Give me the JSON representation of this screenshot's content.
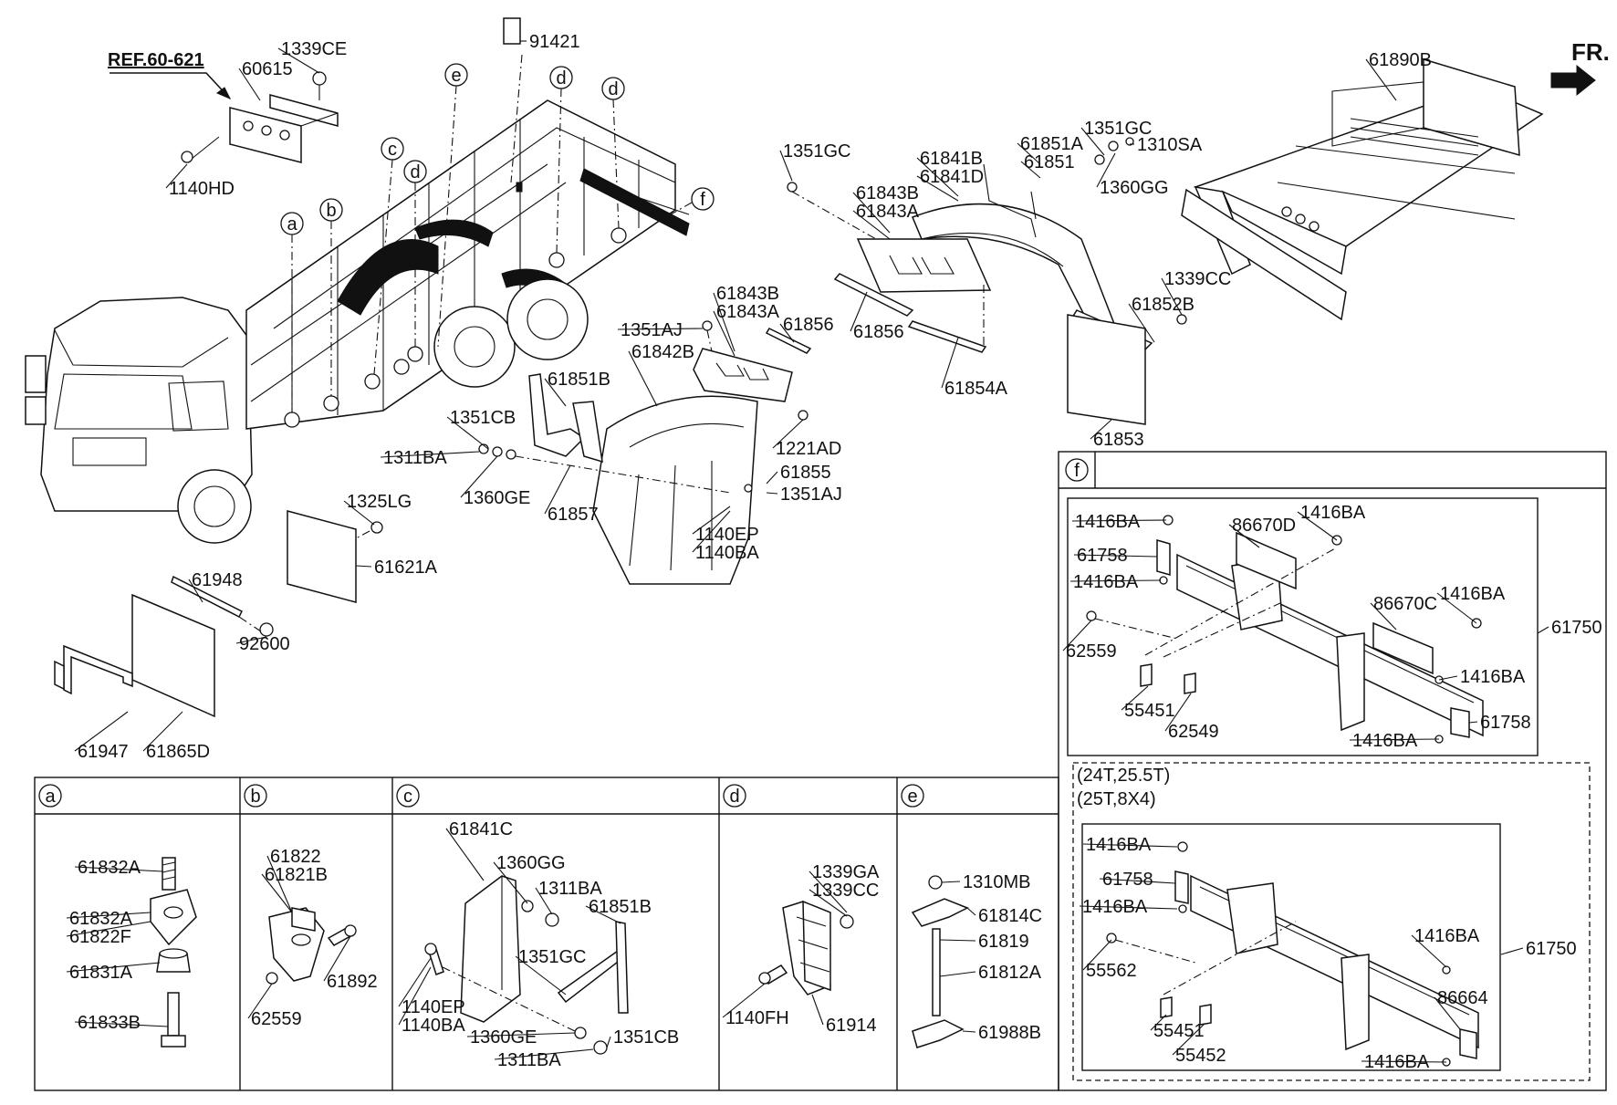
{
  "ref_label": "REF.60-621",
  "fr_label": "FR.",
  "callout_letters": [
    "a",
    "b",
    "c",
    "d",
    "e",
    "f"
  ],
  "main_labels": [
    {
      "id": "p1",
      "text": "1339CE"
    },
    {
      "id": "p2",
      "text": "60615"
    },
    {
      "id": "p3",
      "text": "1140HD"
    },
    {
      "id": "p4",
      "text": "91421"
    },
    {
      "id": "p5",
      "text": "61890B"
    },
    {
      "id": "p6",
      "text": "1351GC"
    },
    {
      "id": "p7",
      "text": "61841B"
    },
    {
      "id": "p8",
      "text": "61841D"
    },
    {
      "id": "p9",
      "text": "61851A"
    },
    {
      "id": "p10",
      "text": "61851"
    },
    {
      "id": "p11",
      "text": "1351GC"
    },
    {
      "id": "p12",
      "text": "1310SA"
    },
    {
      "id": "p13",
      "text": "1360GG"
    },
    {
      "id": "p14",
      "text": "61843B"
    },
    {
      "id": "p15",
      "text": "61843A"
    },
    {
      "id": "p16",
      "text": "1339CC"
    },
    {
      "id": "p17",
      "text": "61852B"
    },
    {
      "id": "p18",
      "text": "61856"
    },
    {
      "id": "p19",
      "text": "61854A"
    },
    {
      "id": "p20",
      "text": "61853"
    },
    {
      "id": "p21",
      "text": "61843B"
    },
    {
      "id": "p22",
      "text": "61843A"
    },
    {
      "id": "p23",
      "text": "61856"
    },
    {
      "id": "p24",
      "text": "1351AJ"
    },
    {
      "id": "p25",
      "text": "61842B"
    },
    {
      "id": "p26",
      "text": "61851B"
    },
    {
      "id": "p27",
      "text": "1351CB"
    },
    {
      "id": "p28",
      "text": "1311BA"
    },
    {
      "id": "p29",
      "text": "1360GE"
    },
    {
      "id": "p30",
      "text": "61857"
    },
    {
      "id": "p31",
      "text": "1221AD"
    },
    {
      "id": "p32",
      "text": "61855"
    },
    {
      "id": "p33",
      "text": "1351AJ"
    },
    {
      "id": "p34",
      "text": "1140EP"
    },
    {
      "id": "p35",
      "text": "1140BA"
    },
    {
      "id": "p36",
      "text": "1325LG"
    },
    {
      "id": "p37",
      "text": "61621A"
    },
    {
      "id": "p38",
      "text": "61948"
    },
    {
      "id": "p39",
      "text": "92600"
    },
    {
      "id": "p40",
      "text": "61947"
    },
    {
      "id": "p41",
      "text": "61865D"
    }
  ],
  "panel_f": {
    "letter": "f",
    "top_labels": [
      "1416BA",
      "86670D",
      "1416BA",
      "61758",
      "1416BA",
      "86670C",
      "1416BA",
      "62559",
      "61750",
      "1416BA",
      "55451",
      "62549",
      "1416BA",
      "61758"
    ],
    "variant_note_1": "(24T,25.5T)",
    "variant_note_2": "(25T,8X4)",
    "bottom_labels": [
      "1416BA",
      "61758",
      "1416BA",
      "55562",
      "61750",
      "1416BA",
      "55451",
      "55452",
      "86664",
      "1416BA"
    ]
  },
  "detail_panels": [
    {
      "letter": "a",
      "labels": [
        "61832A",
        "61832A",
        "61822F",
        "61831A",
        "61833B"
      ]
    },
    {
      "letter": "b",
      "labels": [
        "61822",
        "61821B",
        "61892",
        "62559"
      ]
    },
    {
      "letter": "c",
      "labels": [
        "61841C",
        "1360GG",
        "1311BA",
        "61851B",
        "1351GC",
        "1140EP",
        "1140BA",
        "1360GE",
        "1351CB",
        "1311BA"
      ]
    },
    {
      "letter": "d",
      "labels": [
        "1339GA",
        "1339CC",
        "1140FH",
        "61914"
      ]
    },
    {
      "letter": "e",
      "labels": [
        "1310MB",
        "61814C",
        "61819",
        "61812A",
        "61988B"
      ]
    }
  ]
}
